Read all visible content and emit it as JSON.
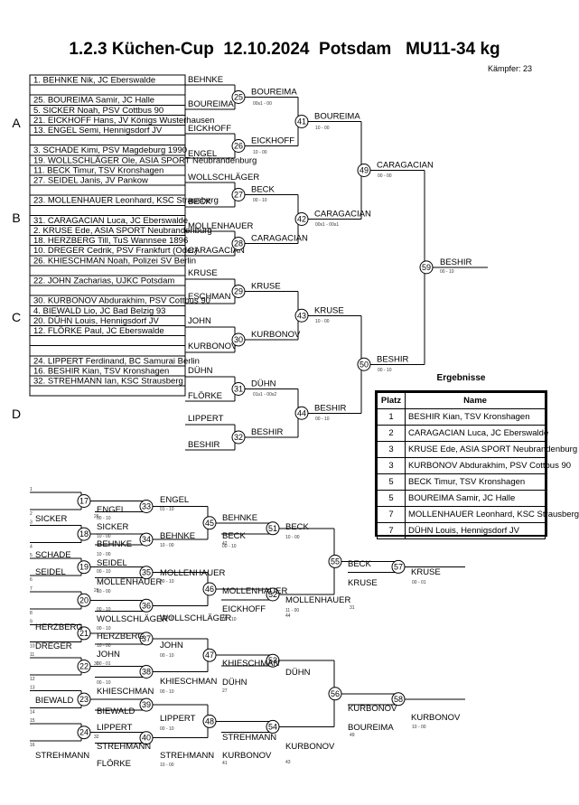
{
  "title": "1.2.3 Küchen-Cup  12.10.2024  Potsdam   MU11-34 kg",
  "fighters_label": "Kämpfer: 23",
  "groups": [
    "A",
    "B",
    "C",
    "D"
  ],
  "entries": [
    "1. BEHNKE Nik, JC Eberswalde",
    "",
    "25. BOUREIMA Samir, JC Halle",
    "5. SICKER Noah, PSV Cottbus 90",
    "21. EICKHOFF Hans, JV Königs Wusterhausen",
    "13. ENGEL Semi, Hennigsdorf JV",
    "",
    "3. SCHADE Kimi, PSV Magdeburg 1990",
    "19. WOLLSCHLÄGER Ole, ASIA SPORT Neubrandenburg",
    "11. BECK Timur, TSV Kronshagen",
    "27. SEIDEL Janis, JV Pankow",
    "",
    "23. MOLLENHAUER Leonhard, KSC Strausberg",
    "",
    "31. CARAGACIAN Luca, JC Eberswalde",
    "2. KRUSE Ede, ASIA SPORT Neubrandenburg",
    "18. HERZBERG Till, TuS Wannsee 1896",
    "10. DREGER  Cedrik, PSV Frankfurt (Oder)",
    "26. KHIESCHMAN Noah, Polizei SV Berlin",
    "",
    "22. JOHN Zacharias, UJKC Potsdam",
    "",
    "30. KURBONOV Abdurakhim, PSV Cottbus 90",
    "4. BIEWALD Lio, JC Bad Belzig 93",
    "20. DÜHN Louis, Hennigsdorf JV",
    "12. FLÖRKE Paul, JC Eberswalde",
    "",
    "",
    "24. LIPPERT Ferdinand, BC Samurai Berlin",
    "16. BESHIR Kian, TSV Kronshagen",
    "32. STREHMANN Ian, KSC Strausberg"
  ],
  "r1_winners": [
    "BEHNKE",
    "BOUREIMA",
    "EICKHOFF",
    "ENGEL",
    "WOLLSCHLÄGER",
    "BECK",
    "MOLLENHAUER",
    "CARAGACIAN",
    "KRUSE",
    "ESCHMAN",
    "JOHN",
    "KURBONOV",
    "DÜHN",
    "FLÖRKE",
    "LIPPERT",
    "BESHIR"
  ],
  "matches": {
    "m25": "25",
    "m26": "26",
    "m27": "27",
    "m28": "28",
    "m29": "29",
    "m30": "30",
    "m31": "31",
    "m32": "32",
    "m41": "41",
    "m42": "42",
    "m43": "43",
    "m44": "44",
    "m49": "49",
    "m50": "50",
    "m59": "59",
    "r17": "17",
    "r18": "18",
    "r19": "19",
    "r20": "20",
    "r21": "21",
    "r22": "22",
    "r23": "23",
    "r24": "24",
    "r33": "33",
    "r34": "34",
    "r35": "35",
    "r36": "36",
    "r37": "37",
    "r38": "38",
    "r39": "39",
    "r40": "40",
    "r45": "45",
    "r46": "46",
    "r47": "47",
    "r48": "48",
    "r51": "51",
    "r52": "52",
    "r53": "53",
    "r54": "54",
    "r55": "55",
    "r56": "56",
    "r57": "57",
    "r58": "58"
  },
  "r2_winners": [
    "BOUREIMA",
    "EICKHOFF",
    "BECK",
    "CARAGACIAN",
    "KRUSE",
    "KURBONOV",
    "DÜHN",
    "BESHIR"
  ],
  "r3_winners": [
    "BOUREIMA",
    "CARAGACIAN",
    "KRUSE",
    "BESHIR"
  ],
  "r4_winners": [
    "CARAGACIAN",
    "BESHIR"
  ],
  "final_winner": "BESHIR",
  "scores": {
    "m25": "00s1 - 00",
    "m26": "10 - 00",
    "m28": "00 - 10",
    "m41": "10 - 00",
    "m42": "00s1 - 00s1",
    "m43": "10 - 00",
    "m31": "01s1 - 00s2",
    "m44": "00 - 10",
    "m49": "00 - 00",
    "m50": "00 - 10",
    "m59": "00 - 10"
  },
  "repechage": {
    "slots_num": [
      "1",
      "3",
      "5",
      "7",
      "9",
      "11",
      "13",
      "15",
      "2",
      "4",
      "6",
      "8",
      "10",
      "12",
      "14",
      "16"
    ],
    "left_names": [
      "SICKER",
      "SCHADE",
      "SEIDEL",
      "HERZBERG",
      "DREGER",
      "BIEWALD",
      "STREHMANN"
    ],
    "names_r1": [
      "ENGEL",
      "SICKER",
      "BEHNKE",
      "SEIDEL",
      "MOLLENHAUER",
      "WOLLSCHLÄGER",
      "HERZBERG",
      "JOHN",
      "KHIESCHMAN",
      "BIEWALD",
      "LIPPERT",
      "STREHMANN",
      "FLÖRKE"
    ],
    "names_r2": [
      "ENGEL",
      "BEHNKE",
      "BECK",
      "MOLLENHAUER",
      "WOLLSCHLÄGER",
      "JOHN",
      "KHIESCHMAN",
      "LIPPERT",
      "STREHMANN"
    ],
    "names_r3": [
      "BEHNKE",
      "BECK",
      "MOLLENHAUER",
      "EICKHOFF",
      "KHIESCHMAN",
      "DÜHN",
      "STREHMANN",
      "KURBONOV"
    ],
    "names_r4": [
      "BECK",
      "MOLLENHAUER",
      "DÜHN",
      "KURBONOV"
    ],
    "names_r5": [
      "BECK",
      "KRUSE",
      "KURBONOV",
      "BOUREIMA"
    ],
    "names_r6": [
      "KRUSE",
      "KURBONOV"
    ],
    "small_nums": [
      "26",
      "28",
      "30",
      "32",
      "42",
      "29",
      "27",
      "41",
      "44",
      "43",
      "31",
      "49"
    ],
    "scores": [
      "00 - 10",
      "10 - 00",
      "10 - 00",
      "00 - 10",
      "10 - 00",
      "00 - 10",
      "00 - 10",
      "10 - 00",
      "00 - 01",
      "00 - 10",
      "01 - 10",
      "10 - 00",
      "00 - 10",
      "10 - 00",
      "00 - 10",
      "00 - 10",
      "00 - 10",
      "10 - 00",
      "00 - 10",
      "00 - 10",
      "10 - 00",
      "11 - 00",
      "00 - 01",
      "10 - 00"
    ]
  },
  "results": {
    "title": "Ergebnisse",
    "headers": [
      "Platz",
      "Name"
    ],
    "rows": [
      {
        "place": "1",
        "name": "BESHIR Kian, TSV Kronshagen"
      },
      {
        "place": "2",
        "name": "CARAGACIAN Luca, JC Eberswalde"
      },
      {
        "place": "3",
        "name": "KRUSE Ede, ASIA SPORT Neubrandenburg"
      },
      {
        "place": "3",
        "name": "KURBONOV Abdurakhim, PSV Cottbus 90"
      },
      {
        "place": "5",
        "name": "BECK Timur, TSV Kronshagen"
      },
      {
        "place": "5",
        "name": "BOUREIMA Samir, JC Halle"
      },
      {
        "place": "7",
        "name": "MOLLENHAUER Leonhard, KSC Strausberg"
      },
      {
        "place": "7",
        "name": "DÜHN Louis, Hennigsdorf JV"
      }
    ]
  }
}
